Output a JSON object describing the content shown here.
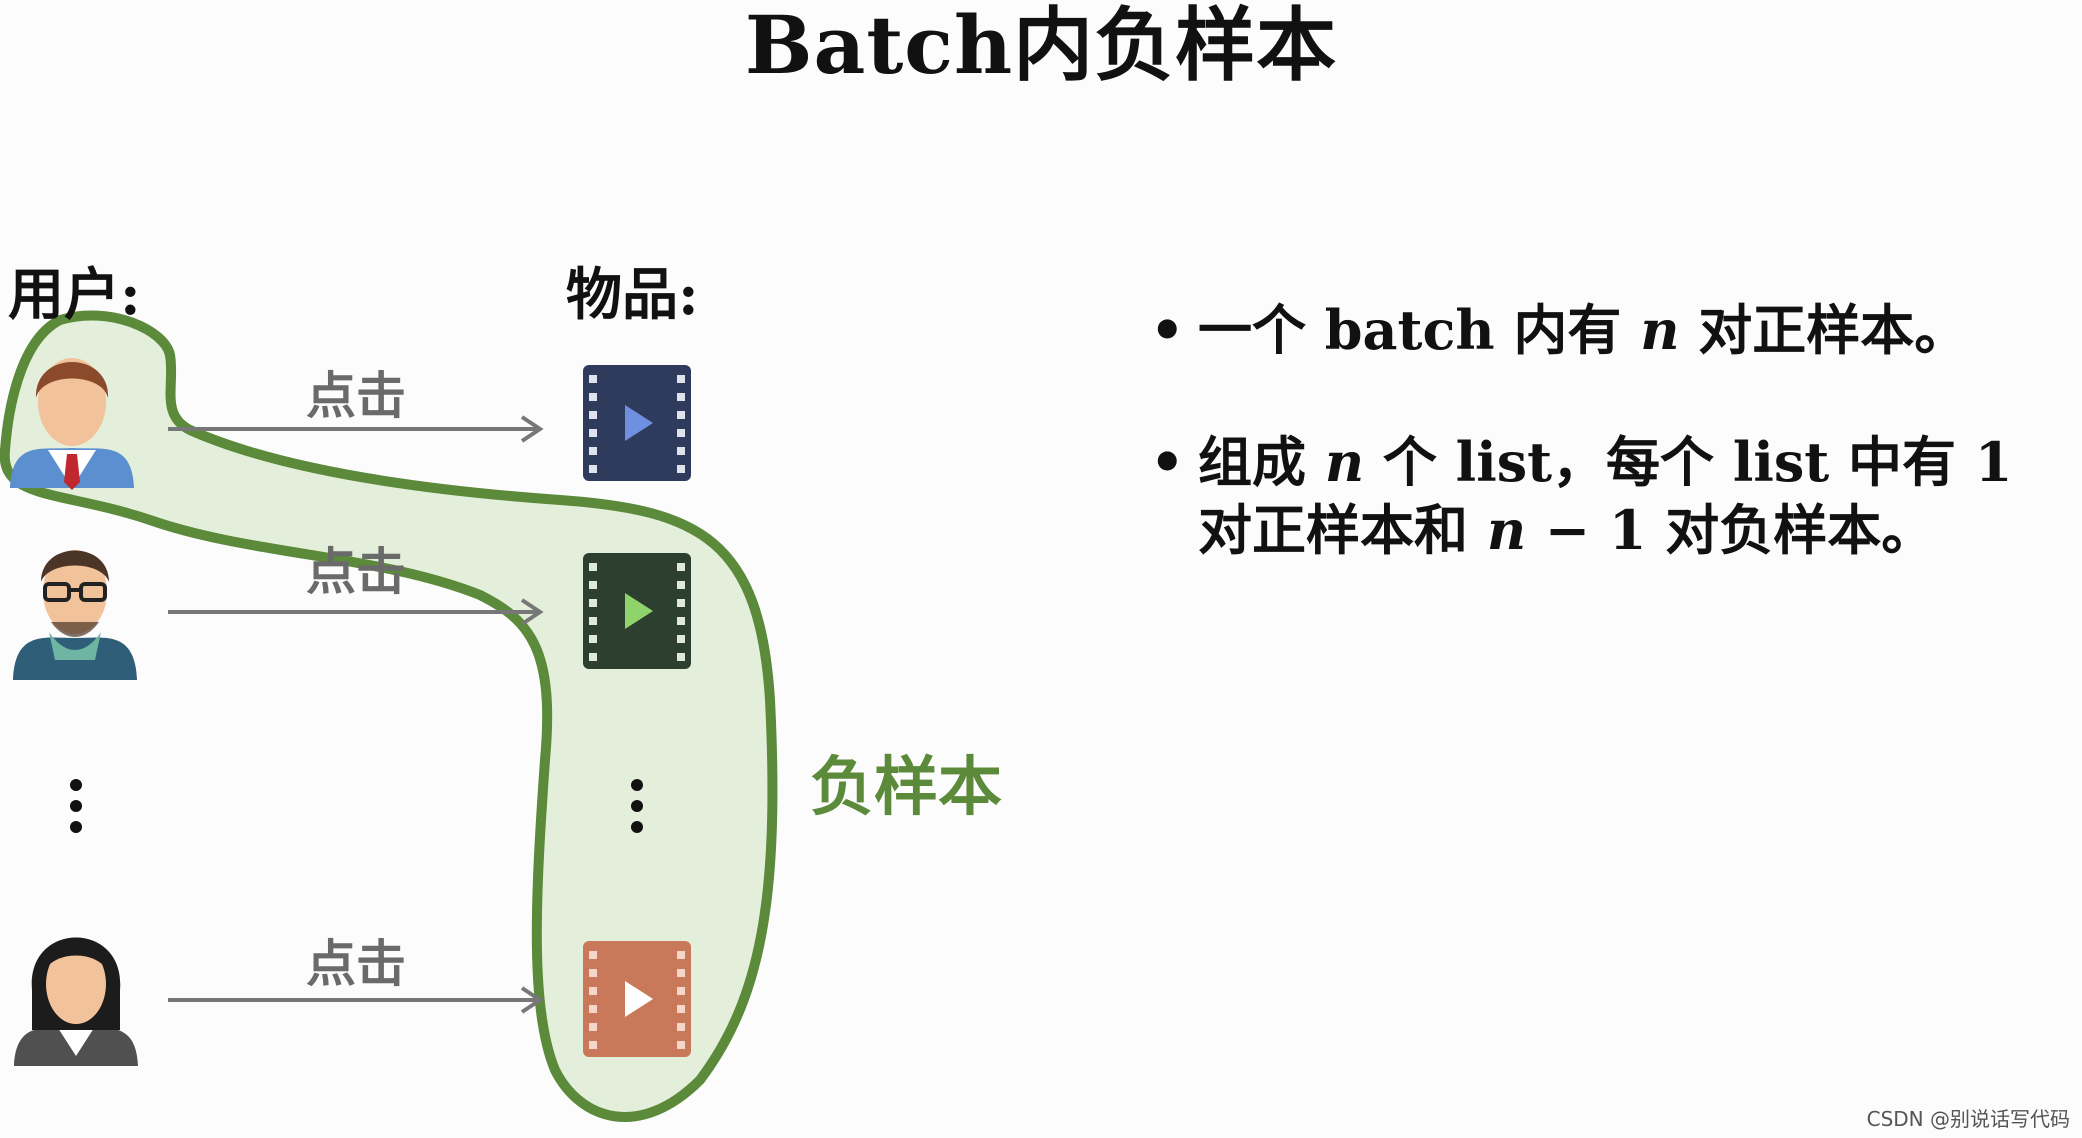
{
  "title": "Batch内负样本",
  "users_heading": "用户:",
  "items_heading": "物品:",
  "edges": [
    {
      "label": "点击"
    },
    {
      "label": "点击"
    },
    {
      "label": "点击"
    }
  ],
  "negative_label": "负样本",
  "bullets": [
    {
      "p1": "一个 batch 内有 ",
      "var": "n",
      "p2": " 对正样本。"
    },
    {
      "p1": "组成 ",
      "var": "n",
      "p2": " 个 list，每个 list 中有 1",
      "line2a": "对正样本和 ",
      "var2": "n",
      "line2b": " − 1 对负样本。"
    }
  ],
  "footer": "CSDN @别说话写代码",
  "colors": {
    "region_fill": "#e4efdb",
    "region_stroke": "#5b8a3a",
    "arrow": "#777777",
    "item1": "#2f3b5c",
    "item2": "#2d4030",
    "item3": "#c9785a"
  }
}
